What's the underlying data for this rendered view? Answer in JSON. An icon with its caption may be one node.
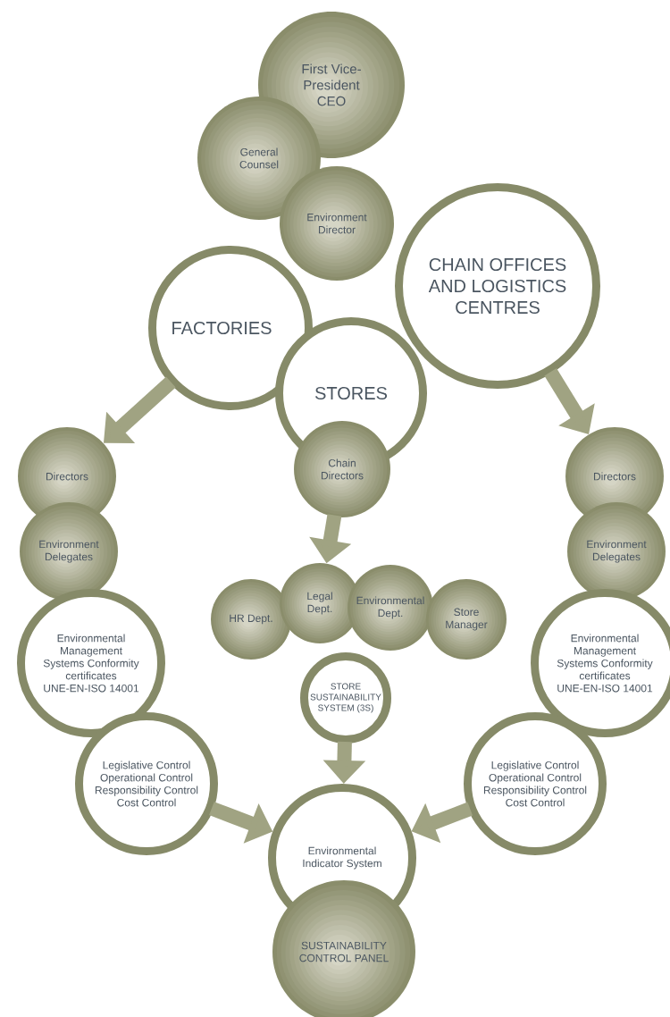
{
  "diagram": {
    "nodes": [
      {
        "text": [
          "First Vice-President CEO"
        ]
      },
      {
        "text": [
          "General Counsel"
        ]
      },
      {
        "text": [
          "Environment Director"
        ]
      },
      {
        "text": [
          "FACTORIES"
        ]
      },
      {
        "text": [
          "CHAIN OFFICES AND LOGISTICS CENTRES"
        ]
      },
      {
        "text": [
          "STORES"
        ]
      },
      {
        "text": [
          "Chain Directors"
        ]
      },
      {
        "text": [
          "Directors"
        ]
      },
      {
        "text": [
          "Environment Delegates"
        ]
      },
      {
        "text": [
          "Environmental Management Systems Conformity certificates UNE-EN-ISO 14001"
        ]
      },
      {
        "text": [
          "Legislative Control Operational Control Responsibility Control Cost Control"
        ]
      },
      {
        "text": [
          "HR Dept."
        ]
      },
      {
        "text": [
          "Legal Dept."
        ]
      },
      {
        "text": [
          "Environmental Dept."
        ]
      },
      {
        "text": [
          "Store Manager"
        ]
      },
      {
        "text": [
          "STORE SUSTAINABILITY SYSTEM (3S)"
        ]
      },
      {
        "text": [
          "Directors"
        ]
      },
      {
        "text": [
          "Environment Delegates"
        ]
      },
      {
        "text": [
          "Environmental Management Systems Conformity certificates UNE-EN-ISO 14001"
        ]
      },
      {
        "text": [
          "Legislative Control Operational Control Responsibility Control Cost Control"
        ]
      },
      {
        "text": [
          "Environmental Indicator System"
        ]
      },
      {
        "text": [
          "SUSTAINABILITY CONTROL PANEL"
        ]
      }
    ],
    "edges": [
      {
        "from": 3,
        "to": 7,
        "arrow": "to"
      },
      {
        "from": 4,
        "to": 16,
        "arrow": "to"
      },
      {
        "from": 6,
        "to": 12,
        "arrow": "to"
      },
      {
        "from": 15,
        "to": 20,
        "arrow": "to"
      },
      {
        "from": 10,
        "to": 20,
        "arrow": "to"
      },
      {
        "from": 19,
        "to": 20,
        "arrow": "to"
      }
    ]
  }
}
